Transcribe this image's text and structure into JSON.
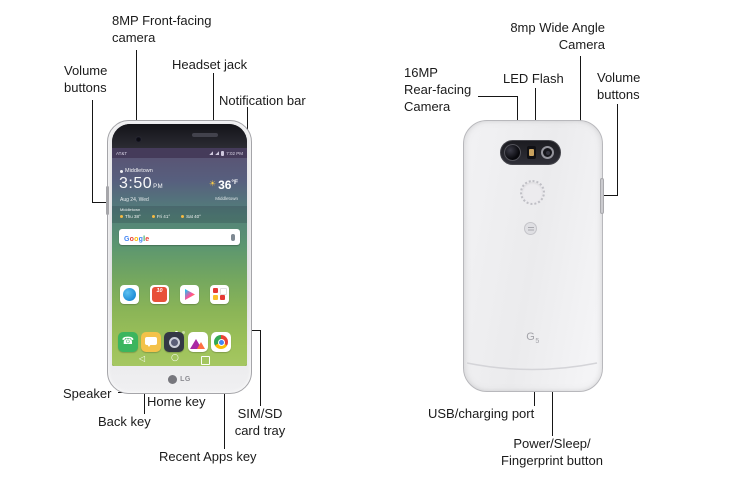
{
  "labels": {
    "front_camera": "8MP Front-facing\ncamera",
    "volume_left": "Volume\nbuttons",
    "headset_jack": "Headset jack",
    "notification_bar": "Notification bar",
    "speaker": "Speaker",
    "back_key": "Back key",
    "home_key": "Home key",
    "sim_sd": "SIM/SD\ncard tray",
    "recent_apps": "Recent Apps key",
    "wide_camera": "8mp Wide Angle\nCamera",
    "rear_camera": "16MP\nRear-facing\nCamera",
    "led_flash": "LED Flash",
    "volume_right": "Volume\nbuttons",
    "usb_port": "USB/charging port",
    "power_fingerprint": "Power/Sleep/\nFingerprint button"
  },
  "screen": {
    "carrier": "AT&T",
    "status_time": "7:02 PM",
    "location": "Middletown",
    "clock_time": "3:50",
    "clock_ampm": "PM",
    "date": "Aug 24, Wed",
    "temp": "36",
    "temp_unit": "°F",
    "temp_location": "Middletown",
    "forecast_title": "Middletown",
    "forecast": [
      "Thu 38°",
      "Fri 41°",
      "Sat 40°"
    ],
    "google_letters": [
      "G",
      "o",
      "o",
      "g",
      "l",
      "e"
    ],
    "app_badge": "10"
  },
  "front": {
    "chin_logo": "LG"
  },
  "back": {
    "logo": "G",
    "logo_sub": "5"
  },
  "icons": {
    "sun": "☀",
    "phone": "☎",
    "back_key": "◁",
    "home_key": "○"
  },
  "colors": {
    "leader_line": "#161616",
    "status_bar": "#453b5a",
    "wallpaper_top": "#5a5171",
    "wallpaper_bottom": "#a5c762",
    "camera_module": "#1c1c21"
  }
}
